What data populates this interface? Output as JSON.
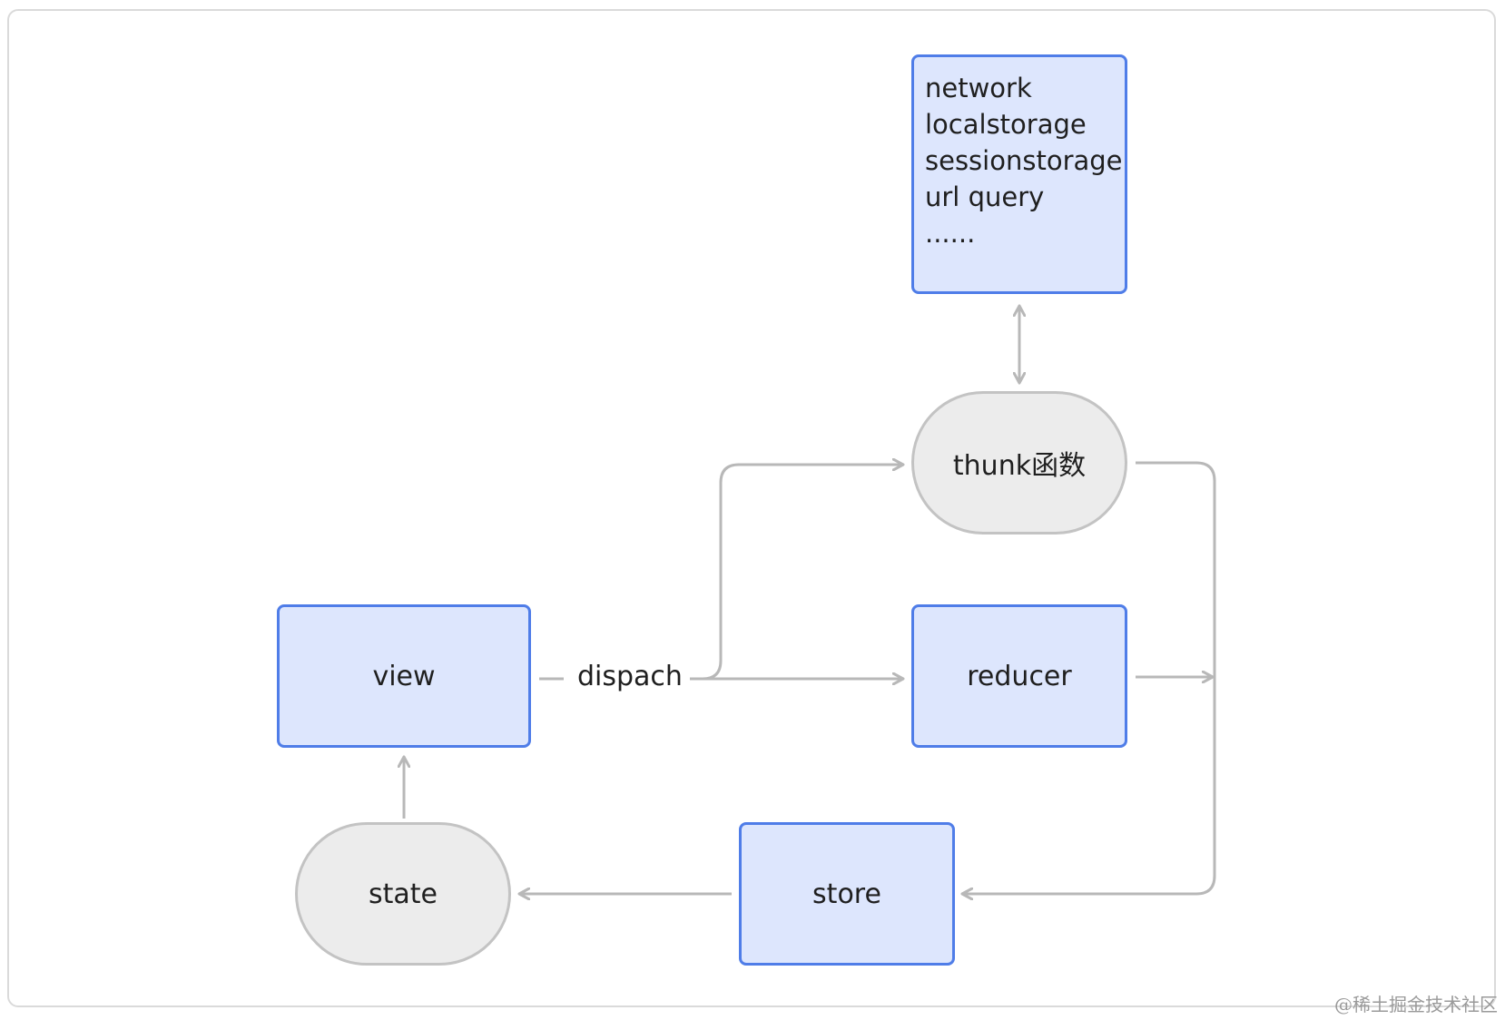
{
  "diagram": {
    "nodes": {
      "storage": {
        "lines": [
          "network",
          "localstorage",
          "sessionstorage",
          "url query",
          "......"
        ]
      },
      "thunk": {
        "label": "thunk函数"
      },
      "view": {
        "label": "view"
      },
      "reducer": {
        "label": "reducer"
      },
      "state": {
        "label": "state"
      },
      "store": {
        "label": "store"
      }
    },
    "edge_labels": {
      "dispatch": "dispach"
    }
  },
  "watermark": "@稀土掘金技术社区",
  "colors": {
    "rect_fill": "#dde6fd",
    "rect_border": "#4f7de8",
    "pill_fill": "#ececec",
    "pill_border": "#c3c3c3",
    "edge": "#b8b8b8",
    "frame_border": "#dadada"
  }
}
